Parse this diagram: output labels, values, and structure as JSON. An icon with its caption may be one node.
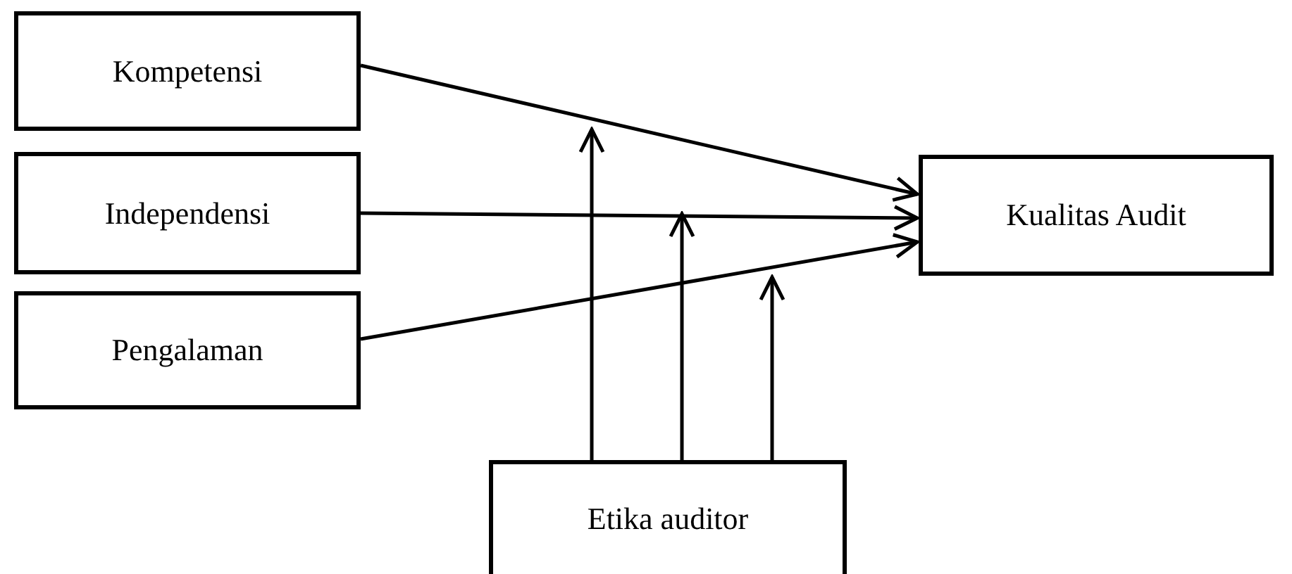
{
  "diagram": {
    "nodes": [
      {
        "text": [
          "Kompetensi"
        ]
      },
      {
        "text": [
          "Independensi"
        ]
      },
      {
        "text": [
          "Pengalaman"
        ]
      },
      {
        "text": [
          "Kualitas Audit"
        ]
      },
      {
        "text": [
          "Etika auditor"
        ]
      }
    ],
    "edges": [
      {
        "from": 0,
        "to": 3,
        "arrow": "to"
      },
      {
        "from": 1,
        "to": 3,
        "arrow": "to"
      },
      {
        "from": 2,
        "to": 3,
        "arrow": "to"
      },
      {
        "from": 4,
        "to": null,
        "arrow": "to"
      },
      {
        "from": 4,
        "to": null,
        "arrow": "to"
      },
      {
        "from": 4,
        "to": null,
        "arrow": "to"
      }
    ]
  }
}
